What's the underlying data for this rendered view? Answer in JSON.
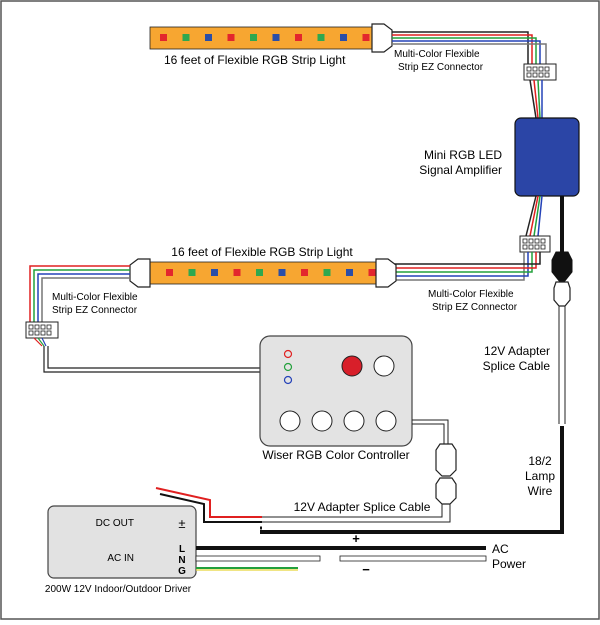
{
  "labels": {
    "strip_top": "16 feet of Flexible RGB Strip Light",
    "strip_mid": "16 feet of Flexible RGB Strip Light",
    "connector_top_1": "Multi-Color Flexible",
    "connector_top_2": "Strip EZ Connector",
    "amplifier_1": "Mini RGB LED",
    "amplifier_2": "Signal Amplifier",
    "connector_left_1": "Multi-Color Flexible",
    "connector_left_2": "Strip EZ Connector",
    "connector_right_1": "Multi-Color Flexible",
    "connector_right_2": "Strip EZ Connector",
    "splice_right_1": "12V Adapter",
    "splice_right_2": "Splice Cable",
    "controller": "Wiser RGB Color Controller",
    "lamp_wire_1": "18/2",
    "lamp_wire_2": "Lamp",
    "lamp_wire_3": "Wire",
    "splice_bottom": "12V Adapter Splice Cable",
    "dc_out": "DC OUT",
    "plus_minus": "±",
    "ac_in": "AC IN",
    "terminal_l": "L",
    "terminal_n": "N",
    "terminal_g": "G",
    "ac_plus": "+",
    "ac_minus": "−",
    "ac_power_1": "AC",
    "ac_power_2": "Power",
    "driver": "200W 12V Indoor/Outdoor Driver"
  },
  "colors": {
    "strip": "#f7a631",
    "led_red": "#e3262d",
    "led_green": "#2fa84f",
    "led_blue": "#2a4ea8",
    "wire_red": "#e02020",
    "wire_green": "#23a03c",
    "wire_blue": "#2442b8",
    "amplifier": "#2b45a6",
    "controller_body": "#e3e3e3",
    "driver_body": "#e2e2e2",
    "controller_red_button": "#d81f2a"
  }
}
